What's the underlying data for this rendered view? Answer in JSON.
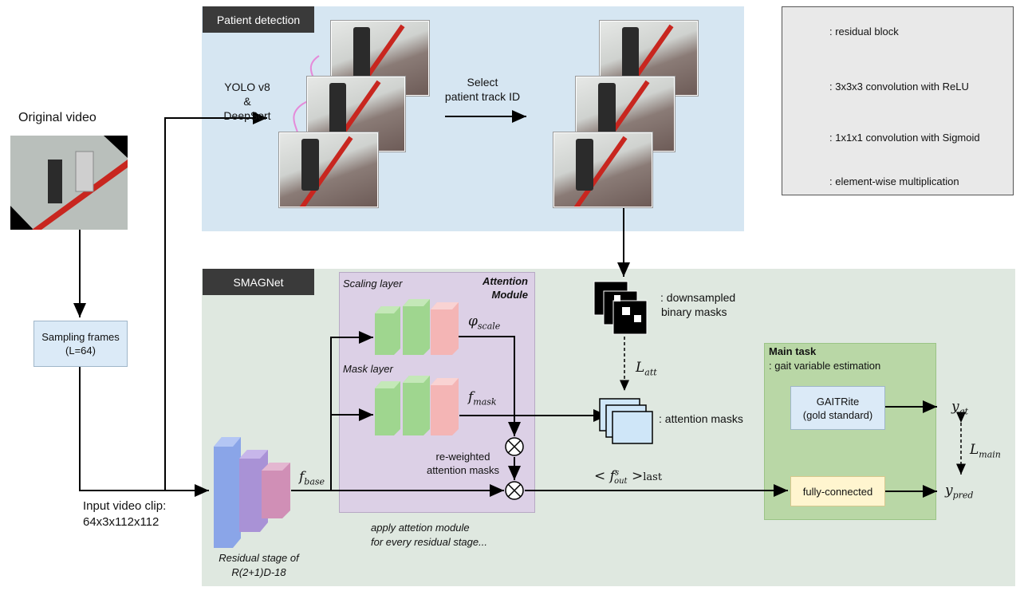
{
  "patient_panel": {
    "tag": "Patient detection",
    "yolo_line1": "YOLO v8",
    "yolo_line2": "& DeepSort",
    "select_line1": "Select",
    "select_line2": "patient track ID"
  },
  "original_video": {
    "title": "Original video"
  },
  "sampling": {
    "line1": "Sampling frames",
    "line2": "(L=64)"
  },
  "input_clip": {
    "line1": "Input video clip:",
    "line2": "64x3x112x112"
  },
  "smagnet": {
    "tag": "SMAGNet"
  },
  "attention_module": {
    "title_line1": "Attention",
    "title_line2": "Module",
    "scaling_layer": "Scaling layer",
    "mask_layer": "Mask layer",
    "reweighted_line1": "re-weighted",
    "reweighted_line2": "attention masks"
  },
  "symbols": {
    "phi_scale": "φ",
    "phi_sub": "scale",
    "f_mask": "f",
    "f_mask_sub": "mask",
    "f_base": "f",
    "f_base_sub": "base",
    "l_att": "L",
    "l_att_sub": "att",
    "l_main": "L",
    "l_main_sub": "main",
    "f_out_left": "< f",
    "f_out_sup": "s",
    "f_out_sub": "out",
    "f_out_right": ">",
    "f_out_last": "last",
    "y_gt": "y",
    "y_gt_sub": "gt",
    "y_pred": "y",
    "y_pred_sub": "pred"
  },
  "residual_caption": {
    "line1": "Residual stage of",
    "line2": "R(2+1)D-18"
  },
  "apply_caption": {
    "line1": "apply attetion module",
    "line2": "for every residual stage..."
  },
  "masks": {
    "downsampled_line1": ": downsampled",
    "downsampled_line2": "binary masks",
    "attention": ": attention masks"
  },
  "main_task": {
    "title": "Main task",
    "subtitle": ": gait variable estimation",
    "gaitrite_line1": "GAITRite",
    "gaitrite_line2": "(gold standard)",
    "fc": "fully-connected"
  },
  "legend": {
    "residual": ": residual block",
    "conv3": ": 3x3x3 convolution with ReLU",
    "conv1": ": 1x1x1 convolution with Sigmoid",
    "mult": ": element-wise multiplication"
  },
  "colors": {
    "patient_bg": "#d6e6f2",
    "smag_bg": "#dfe8e0",
    "attention_bg": "#dcd0e6",
    "maintask_bg": "#b9d7a6",
    "sampling_bg": "#dbeaf7",
    "fc_bg": "#fff5cf",
    "gait_bg": "#dbeaf7"
  }
}
